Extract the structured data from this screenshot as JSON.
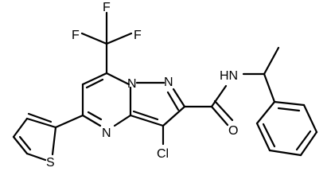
{
  "structure": {
    "labels": {
      "f_top": "F",
      "f_left": "F",
      "f_right": "F",
      "n_bridge": "N",
      "n_pyrazole": "N",
      "n_pyrimidine": "N",
      "n_amide": "HN",
      "o_carbonyl": "O",
      "cl": "Cl",
      "s_thiophene": "S"
    }
  }
}
